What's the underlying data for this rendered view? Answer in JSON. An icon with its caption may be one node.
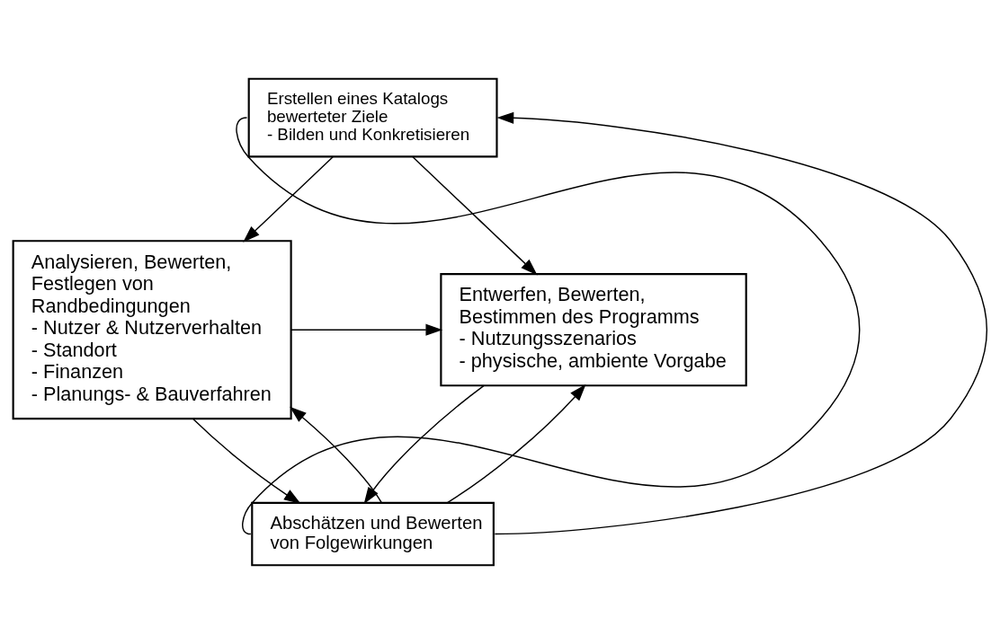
{
  "diagram": {
    "nodes": [
      {
        "text": [
          "Erstellen eines Katalogs bewerteter Ziele",
          "- Bilden und Konkretisieren"
        ]
      },
      {
        "text": [
          "Analysieren, Bewerten, Festlegen von Randbedingungen",
          "- Nutzer & Nutzerverhalten",
          "- Standort",
          "- Finanzen",
          "- Planungs- & Bauverfahren"
        ]
      },
      {
        "text": [
          "Entwerfen, Bewerten, Bestimmen des Programms",
          "- Nutzungsszenarios",
          "- physische, ambiente Vorgabe"
        ]
      },
      {
        "text": [
          "Abschätzen und Bewerten von Folgewirkungen"
        ]
      }
    ],
    "edges": [
      {
        "from": 0,
        "to": 1,
        "arrow": "to"
      },
      {
        "from": 0,
        "to": 2,
        "arrow": "to"
      },
      {
        "from": 1,
        "to": 2,
        "arrow": "to"
      },
      {
        "from": 3,
        "to": 1,
        "arrow": "to"
      },
      {
        "from": 1,
        "to": 3,
        "arrow": "to"
      },
      {
        "from": 3,
        "to": 2,
        "arrow": "to"
      },
      {
        "from": 2,
        "to": 3,
        "arrow": "to"
      },
      {
        "from": 3,
        "to": 0,
        "arrow": "none"
      },
      {
        "from": 3,
        "to": 0,
        "arrow": "to"
      }
    ]
  }
}
